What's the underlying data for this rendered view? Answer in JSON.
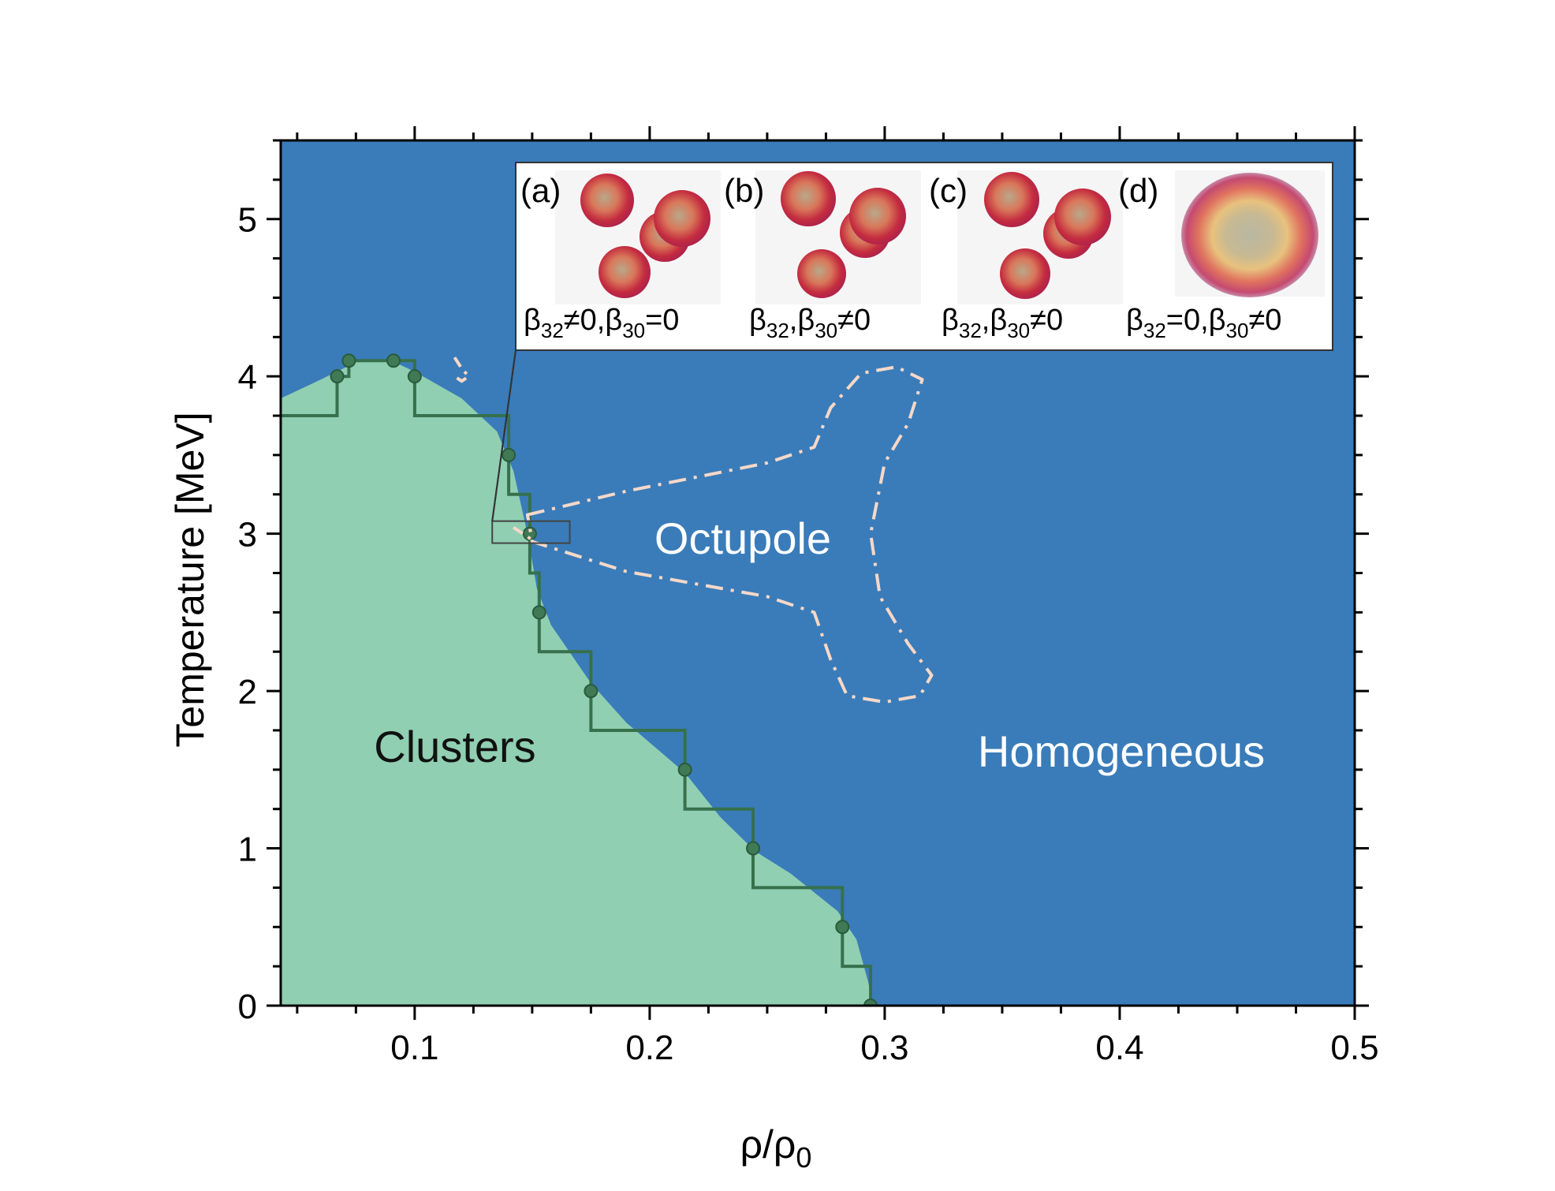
{
  "chart_data": {
    "type": "area",
    "xlabel": {
      "base": "ρ/ρ",
      "sub": "0"
    },
    "ylabel": "Temperature [MeV]",
    "xlim": [
      0.043,
      0.5
    ],
    "ylim": [
      0,
      5.5
    ],
    "xticks": [
      0.1,
      0.2,
      0.3,
      0.4,
      0.5
    ],
    "xtick_labels": [
      "0.1",
      "0.2",
      "0.3",
      "0.4",
      "0.5"
    ],
    "yticks": [
      0,
      1,
      2,
      3,
      4,
      5
    ],
    "ytick_labels": [
      "0",
      "1",
      "2",
      "3",
      "4",
      "5"
    ],
    "colors": {
      "homogeneous": "#3a7cb9",
      "clusters": "#90cfb1",
      "step_line": "#36704c",
      "octupole_boundary": "#f7d8c8"
    },
    "regions": {
      "clusters": "Clusters",
      "homogeneous": "Homogeneous",
      "octupole": "Octupole"
    },
    "clusters_boundary": [
      [
        0.043,
        3.86
      ],
      [
        0.06,
        3.98
      ],
      [
        0.075,
        4.09
      ],
      [
        0.09,
        4.1
      ],
      [
        0.1,
        4.03
      ],
      [
        0.12,
        3.86
      ],
      [
        0.135,
        3.65
      ],
      [
        0.142,
        3.4
      ],
      [
        0.148,
        3.0
      ],
      [
        0.152,
        2.65
      ],
      [
        0.158,
        2.42
      ],
      [
        0.175,
        2.05
      ],
      [
        0.19,
        1.8
      ],
      [
        0.215,
        1.48
      ],
      [
        0.23,
        1.2
      ],
      [
        0.245,
        0.98
      ],
      [
        0.26,
        0.84
      ],
      [
        0.28,
        0.6
      ],
      [
        0.288,
        0.42
      ],
      [
        0.293,
        0.15
      ],
      [
        0.295,
        0
      ]
    ],
    "step_line": [
      [
        0.043,
        3.75
      ],
      [
        0.067,
        3.75
      ],
      [
        0.067,
        4.0
      ],
      [
        0.072,
        4.0
      ],
      [
        0.072,
        4.1
      ],
      [
        0.1,
        4.1
      ],
      [
        0.1,
        3.75
      ],
      [
        0.14,
        3.75
      ],
      [
        0.14,
        3.25
      ],
      [
        0.149,
        3.25
      ],
      [
        0.149,
        2.75
      ],
      [
        0.153,
        2.75
      ],
      [
        0.153,
        2.25
      ],
      [
        0.175,
        2.25
      ],
      [
        0.175,
        1.75
      ],
      [
        0.215,
        1.75
      ],
      [
        0.215,
        1.25
      ],
      [
        0.244,
        1.25
      ],
      [
        0.244,
        0.75
      ],
      [
        0.282,
        0.75
      ],
      [
        0.282,
        0.25
      ],
      [
        0.294,
        0.25
      ],
      [
        0.294,
        0
      ]
    ],
    "points": [
      [
        0.067,
        4.0
      ],
      [
        0.072,
        4.1
      ],
      [
        0.091,
        4.1
      ],
      [
        0.1,
        4.0
      ],
      [
        0.14,
        3.5
      ],
      [
        0.149,
        3.0
      ],
      [
        0.153,
        2.5
      ],
      [
        0.175,
        2.0
      ],
      [
        0.215,
        1.5
      ],
      [
        0.244,
        1.0
      ],
      [
        0.282,
        0.5
      ],
      [
        0.294,
        0
      ]
    ],
    "octupole_boundary": [
      [
        0.148,
        3.12
      ],
      [
        0.19,
        3.27
      ],
      [
        0.25,
        3.45
      ],
      [
        0.27,
        3.55
      ],
      [
        0.277,
        3.8
      ],
      [
        0.29,
        4.02
      ],
      [
        0.305,
        4.06
      ],
      [
        0.316,
        3.98
      ],
      [
        0.31,
        3.7
      ],
      [
        0.3,
        3.45
      ],
      [
        0.294,
        3.0
      ],
      [
        0.298,
        2.6
      ],
      [
        0.31,
        2.3
      ],
      [
        0.32,
        2.1
      ],
      [
        0.315,
        1.97
      ],
      [
        0.3,
        1.93
      ],
      [
        0.284,
        1.97
      ],
      [
        0.277,
        2.2
      ],
      [
        0.27,
        2.5
      ],
      [
        0.25,
        2.6
      ],
      [
        0.19,
        2.76
      ],
      [
        0.15,
        2.95
      ]
    ],
    "small_contours": [
      [
        [
          0.117,
          4.12
        ],
        [
          0.12,
          4.05
        ],
        [
          0.123,
          4.0
        ],
        [
          0.12,
          3.97
        ],
        [
          0.117,
          4.0
        ]
      ],
      [
        [
          0.142,
          3.04
        ],
        [
          0.146,
          3.0
        ],
        [
          0.15,
          2.96
        ]
      ]
    ],
    "zoom_box": {
      "x0": 0.133,
      "x1": 0.166,
      "y0": 2.94,
      "y1": 3.08
    },
    "inset": {
      "panels": [
        {
          "label": "(a)",
          "b32": "≠0",
          "b30": "=0",
          "b32_prefix": "β",
          "sep": ",β",
          "combined": false
        },
        {
          "label": "(b)",
          "b32": "",
          "b30": "≠0",
          "combined": true
        },
        {
          "label": "(c)",
          "b32": "",
          "b30": "≠0",
          "combined": true
        },
        {
          "label": "(d)",
          "b32": "=0",
          "b30": "≠0",
          "combined": false
        }
      ],
      "beta_symbol": "β",
      "sub32": "32",
      "sub30": "30"
    }
  }
}
